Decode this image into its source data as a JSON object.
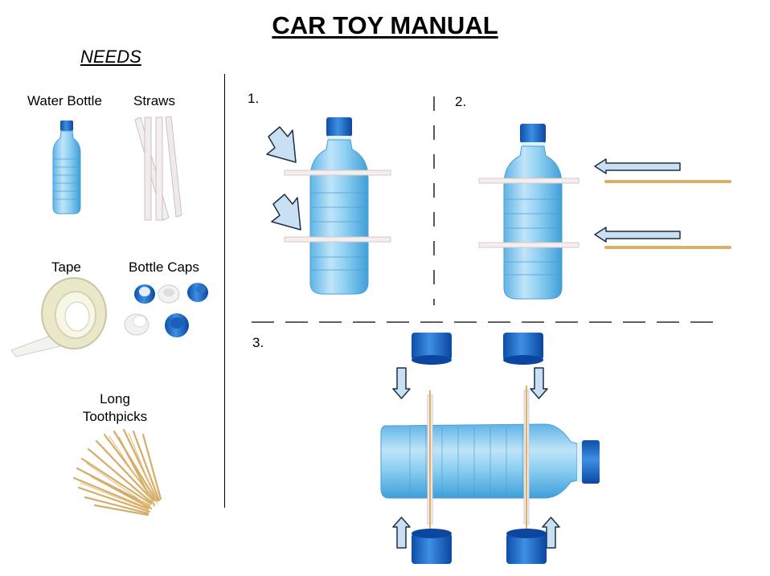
{
  "title": "CAR TOY MANUAL",
  "needs": {
    "heading": "NEEDS",
    "items": [
      {
        "label": "Water Bottle",
        "icon": "water-bottle"
      },
      {
        "label": "Straws",
        "icon": "straws"
      },
      {
        "label": "Tape",
        "icon": "tape-roll"
      },
      {
        "label": "Bottle Caps",
        "icon": "bottle-caps"
      },
      {
        "label": "Long\nToothpicks",
        "icon": "toothpicks"
      }
    ]
  },
  "steps": [
    {
      "number": "1."
    },
    {
      "number": "2."
    },
    {
      "number": "3."
    }
  ],
  "colors": {
    "bottle_blue": "#7ec4ec",
    "cap_blue": "#1d6fd1",
    "arrow_fill": "#c9dff2",
    "arrow_stroke": "#1f2f45",
    "toothpick": "#dcb472",
    "straw": "#f4eeee"
  }
}
